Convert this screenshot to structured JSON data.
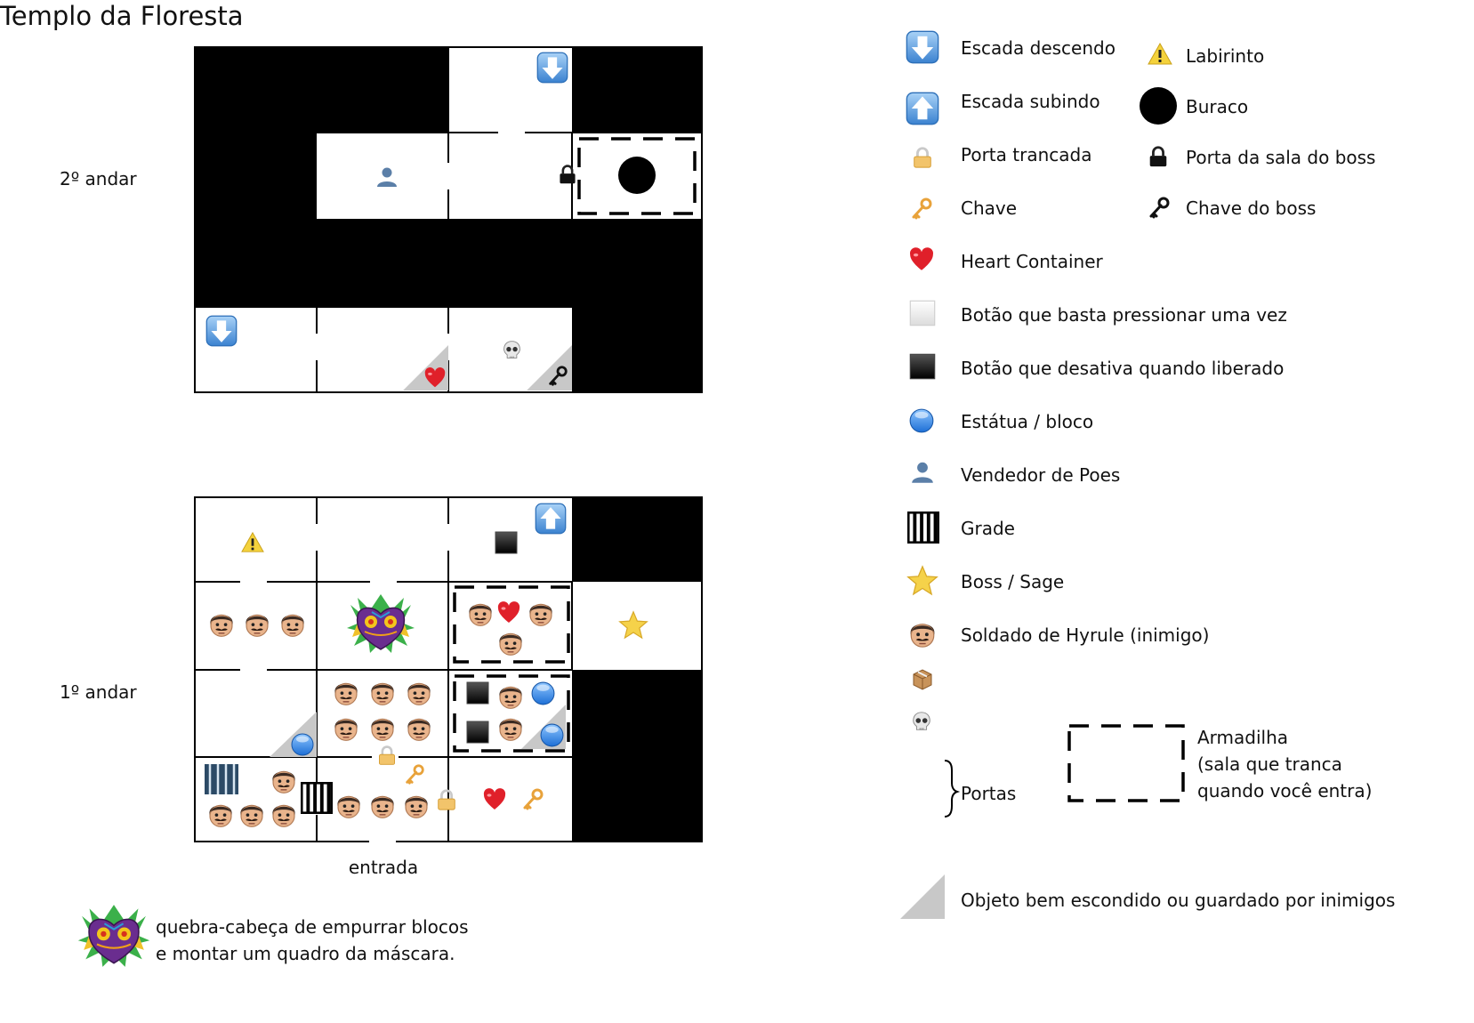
{
  "title": "Templo da Floresta",
  "floors": {
    "second": {
      "label": "2º andar"
    },
    "first": {
      "label": "1º andar",
      "entrance_label": "entrada"
    }
  },
  "puzzle_note": {
    "icon": "majora-mask-icon",
    "line1": "quebra-cabeça de empurrar blocos",
    "line2": "e montar um quadro da máscara."
  },
  "legend": {
    "items": [
      {
        "icon": "stairs-down-icon",
        "label": "Escada descendo"
      },
      {
        "icon": "stairs-up-icon",
        "label": "Escada subindo"
      },
      {
        "icon": "locked-door-icon",
        "label": "Porta trancada"
      },
      {
        "icon": "key-icon",
        "label": "Chave"
      },
      {
        "icon": "heart-icon",
        "label": "Heart Container"
      },
      {
        "icon": "button-once-icon",
        "label": "Botão que basta pressionar uma vez"
      },
      {
        "icon": "button-hold-icon",
        "label": "Botão que desativa quando liberado"
      },
      {
        "icon": "statue-block-icon",
        "label": "Estátua / bloco"
      },
      {
        "icon": "poe-seller-icon",
        "label": "Vendedor de Poes"
      },
      {
        "icon": "bars-icon",
        "label": "Grade"
      },
      {
        "icon": "star-icon",
        "label": "Boss / Sage"
      },
      {
        "icon": "soldier-icon",
        "label": "Soldado de Hyrule (inimigo)"
      },
      {
        "icon": "box-icon",
        "label": ""
      },
      {
        "icon": "skull-icon",
        "label": ""
      }
    ],
    "right_items": [
      {
        "icon": "warning-icon",
        "label": "Labirinto"
      },
      {
        "icon": "hole-icon",
        "label": "Buraco"
      },
      {
        "icon": "boss-door-icon",
        "label": "Porta da sala do boss"
      },
      {
        "icon": "boss-key-icon",
        "label": "Chave do boss"
      }
    ],
    "doors_label": "Portas",
    "trap": {
      "line1": "Armadilha",
      "line2": "(sala que tranca",
      "line3": "quando você entra)"
    },
    "hidden_label": "Objeto bem escondido ou guardado por inimigos"
  },
  "colors": {
    "wall": "#000000",
    "heart": "#e0202a",
    "key": "#e8a23a",
    "blue": "#2a7de1",
    "stairs": "#4a90d9",
    "star": "#f5d24a",
    "skin": "#e9b48c",
    "hidden": "#c8c8c8"
  }
}
